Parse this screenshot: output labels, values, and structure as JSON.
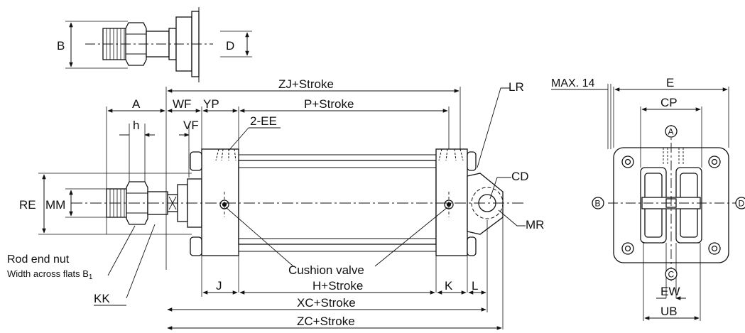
{
  "labels": {
    "b": "B",
    "d": "D",
    "zj": "ZJ+Stroke",
    "a": "A",
    "wf": "WF",
    "yp": "YP",
    "p": "P+Stroke",
    "h_small": "h",
    "vf": "VF",
    "ee": "2-EE",
    "lr": "LR",
    "cd": "CD",
    "mr": "MR",
    "re": "RE",
    "mm": "MM",
    "rod_nut_1": "Rod end nut",
    "rod_nut_2": "Width across flats B",
    "rod_nut_sub": "1",
    "kk": "KK",
    "cushion": "Cushion valve",
    "j": "J",
    "h_stroke": "H+Stroke",
    "k": "K",
    "l": "L",
    "xc": "XC+Stroke",
    "zc": "ZC+Stroke",
    "max14": "MAX. 14",
    "e": "E",
    "cp": "CP",
    "ew": "EW",
    "ub": "UB",
    "port_a": "A",
    "port_b": "B",
    "port_c": "C",
    "port_d": "D"
  }
}
